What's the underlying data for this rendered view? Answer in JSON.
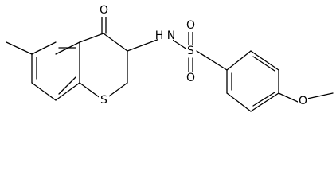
{
  "structure": {
    "colors": {
      "bond": "#000000",
      "label": "#000000",
      "background": "#ffffff"
    },
    "atom_labels": {
      "ketone_oxygen": "O",
      "amide_nitrogen": "H N",
      "ring_sulfur": "S",
      "sulfonyl_sulfur": "S",
      "sulfonyl_oxygen_top": "O",
      "sulfonyl_oxygen_bottom": "O",
      "methoxy_oxygen": "O"
    }
  }
}
